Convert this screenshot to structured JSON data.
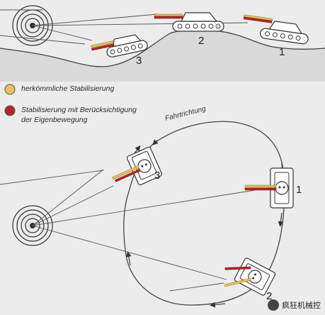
{
  "legend": {
    "conventional": {
      "label": "herkömmliche Stabilisierung",
      "color": "#e8c25a"
    },
    "own_motion": {
      "label_line1": "Stabilisierung mit  Berücksichtigung",
      "label_line2": "der Eigenbewegung",
      "color": "#b3262a"
    }
  },
  "top_scene": {
    "tank_labels": [
      "3",
      "2",
      "1"
    ]
  },
  "bottom_scene": {
    "direction_label": "Fahrtrichtung",
    "tank_labels": [
      "3",
      "1",
      "2"
    ]
  },
  "watermark": {
    "text": "疯狂机械控"
  },
  "colors": {
    "background": "#ececec",
    "ground": "#d6d6d6",
    "outline": "#333333"
  }
}
